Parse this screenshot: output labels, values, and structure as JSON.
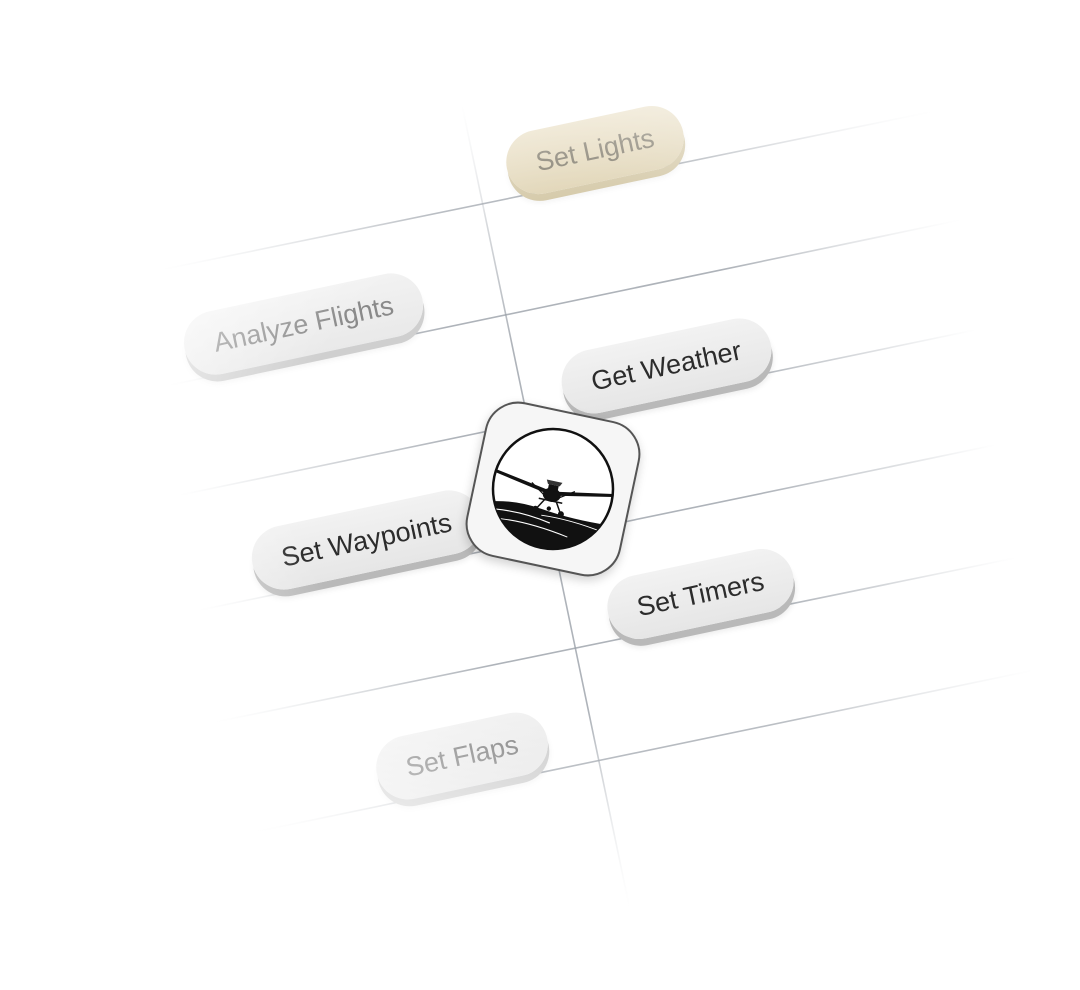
{
  "buttons": {
    "set_lights": "Set Lights",
    "analyze_flights": "Analyze Flights",
    "get_weather": "Get Weather",
    "set_waypoints": "Set Waypoints",
    "set_timers": "Set Timers",
    "set_flaps": "Set Flaps"
  },
  "icons": {
    "app_icon": "airplane-app-icon"
  },
  "colors": {
    "gold_button": "#e3d8ba",
    "gray_button": "#ececec",
    "grid_line": "#9aa0a8"
  }
}
